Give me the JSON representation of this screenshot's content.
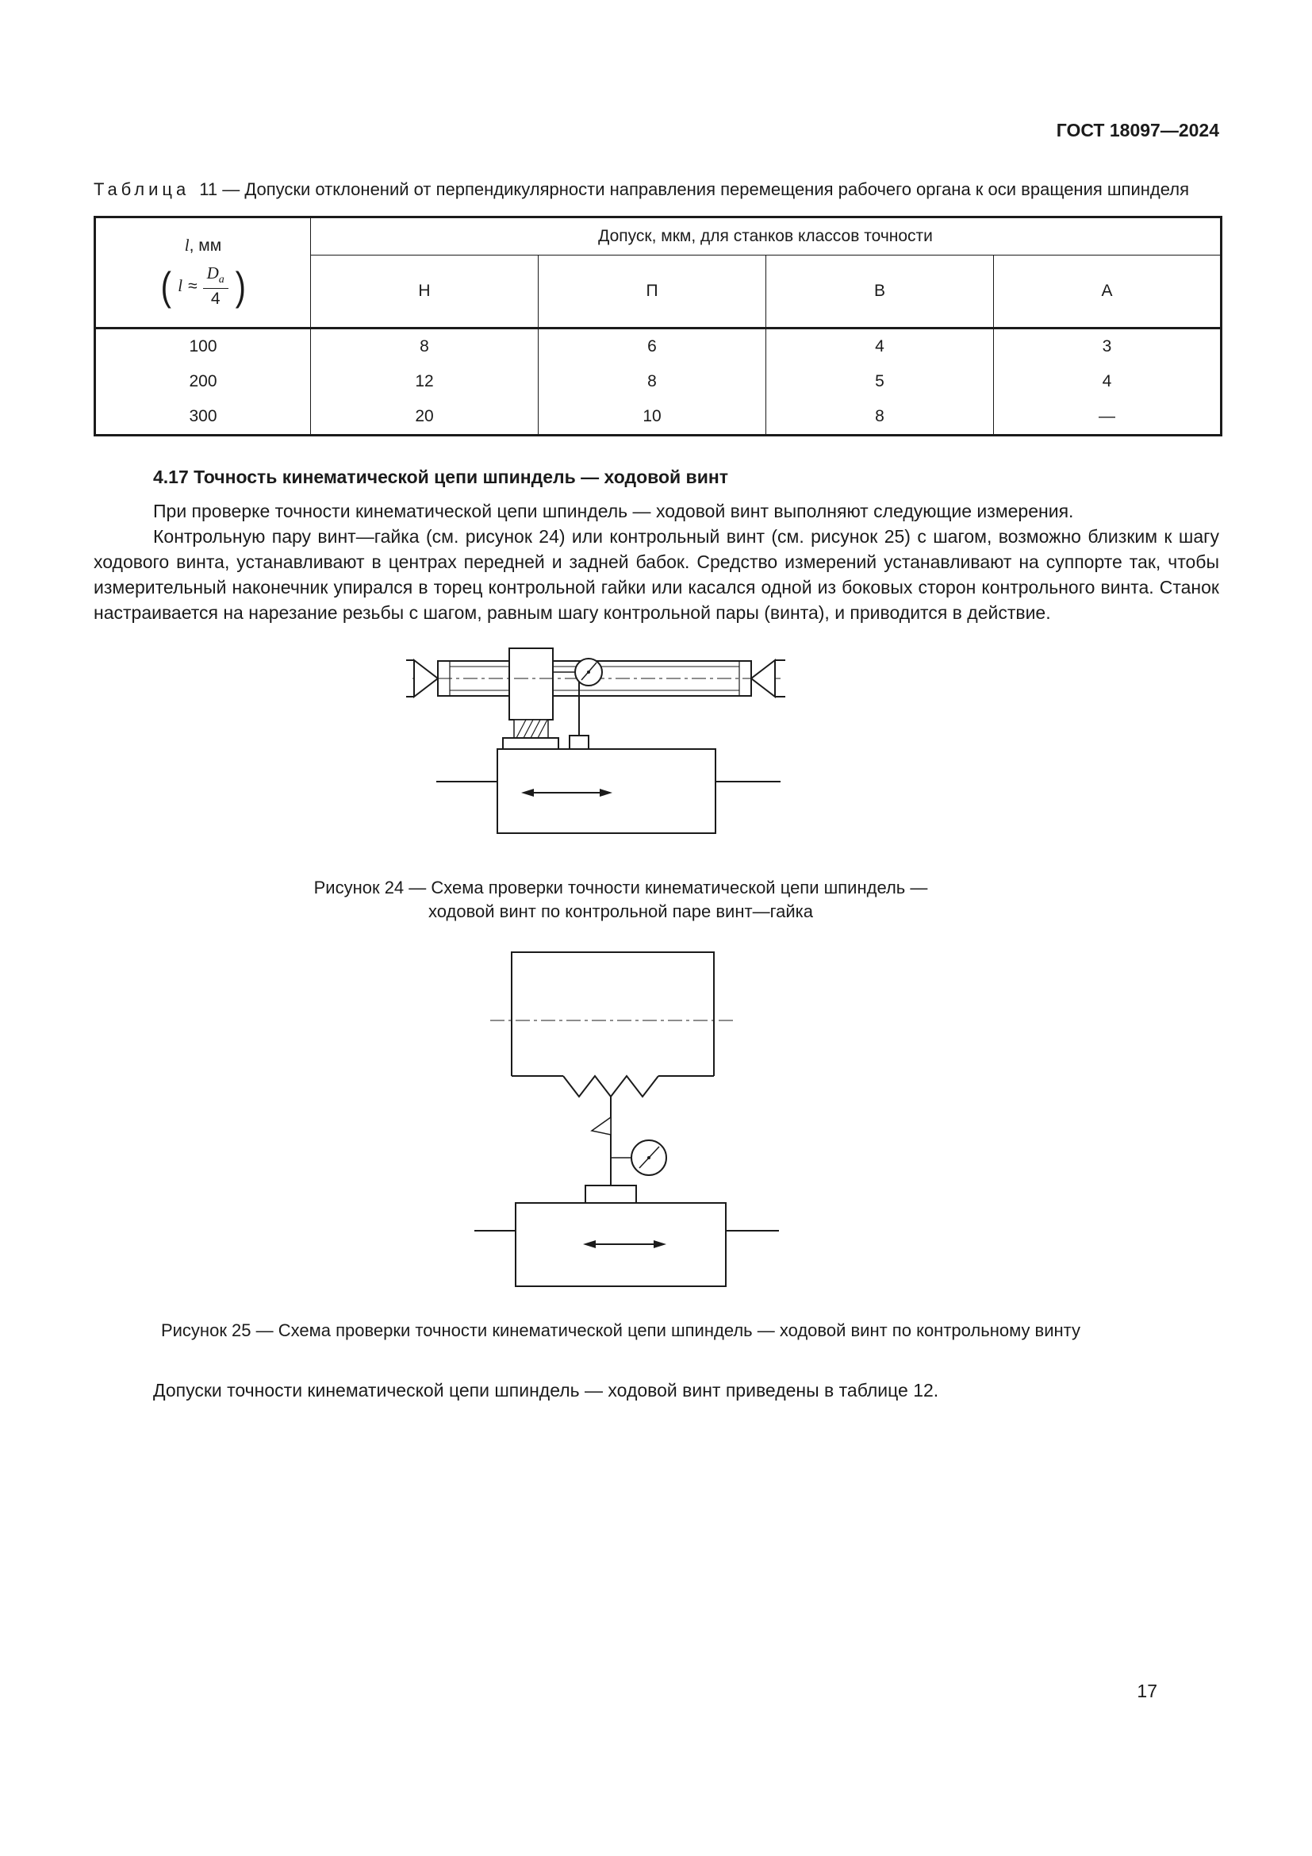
{
  "page": {
    "header": "ГОСТ 18097—2024",
    "number": "17"
  },
  "table11": {
    "caption_word": "Таблица",
    "caption_rest": "11 — Допуски отклонений от перпендикулярности направления перемещения рабочего органа к оси вращения шпинделя",
    "col1": {
      "var": "l",
      "unit": ", мм"
    },
    "formula": {
      "lparen": "(",
      "var": "l",
      "approx": "≈",
      "num_base": "D",
      "num_sub": "a",
      "den": "4",
      "rparen": ")"
    },
    "span_header": "Допуск, мкм, для станков классов точности",
    "class_headers": [
      "Н",
      "П",
      "В",
      "А"
    ],
    "rows": [
      {
        "l": "100",
        "v": [
          "8",
          "6",
          "4",
          "3"
        ]
      },
      {
        "l": "200",
        "v": [
          "12",
          "8",
          "5",
          "4"
        ]
      },
      {
        "l": "300",
        "v": [
          "20",
          "10",
          "8",
          "—"
        ]
      }
    ]
  },
  "section": {
    "heading": "4.17 Точность кинематической цепи шпиндель — ходовой винт",
    "para1": "При проверке точности кинематической цепи шпиндель — ходовой винт выполняют следующие измерения.",
    "para2": "Контрольную пару винт—гайка (см. рисунок 24) или контрольный винт (см. рисунок 25) с шагом, возможно близким к шагу ходового винта, устанавливают в центрах передней и задней бабок. Средство измерений устанавливают на суппорте так, чтобы измерительный наконечник упирался в торец контрольной гайки или касался одной из боковых сторон контрольного винта. Станок настраивается на нарезание резьбы с шагом, равным шагу контрольной пары (винта), и приводится в действие.",
    "fig24_caption_line1": "Рисунок 24 — Схема проверки точности кинематической цепи шпиндель —",
    "fig24_caption_line2": "ходовой винт по контрольной паре винт—гайка",
    "fig25_caption": "Рисунок 25 — Схема проверки точности кинематической цепи шпиндель — ходовой винт по контрольному винту",
    "para3": "Допуски точности кинематической цепи шпиндель — ходовой винт приведены в таблице 12."
  }
}
